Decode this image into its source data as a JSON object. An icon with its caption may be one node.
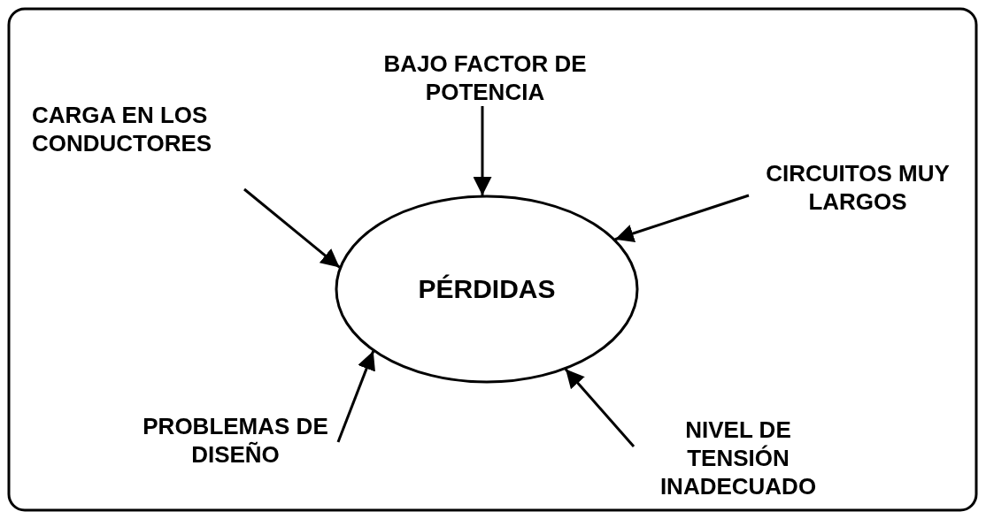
{
  "diagram": {
    "nodes": [
      {
        "text": [
          "PÉRDIDAS"
        ]
      },
      {
        "text": [
          "BAJO FACTOR DE POTENCIA"
        ]
      },
      {
        "text": [
          "CARGA EN LOS CONDUCTORES"
        ]
      },
      {
        "text": [
          "CIRCUITOS MUY LARGOS"
        ]
      },
      {
        "text": [
          "PROBLEMAS DE DISEÑO"
        ]
      },
      {
        "text": [
          "NIVEL DE TENSIÓN INADECUADO"
        ]
      }
    ],
    "edges": [
      {
        "from": 1,
        "to": 0,
        "arrow": "to"
      },
      {
        "from": 2,
        "to": 0,
        "arrow": "to"
      },
      {
        "from": 3,
        "to": 0,
        "arrow": "to"
      },
      {
        "from": 4,
        "to": 0,
        "arrow": "to"
      },
      {
        "from": 5,
        "to": 0,
        "arrow": "to"
      }
    ]
  }
}
